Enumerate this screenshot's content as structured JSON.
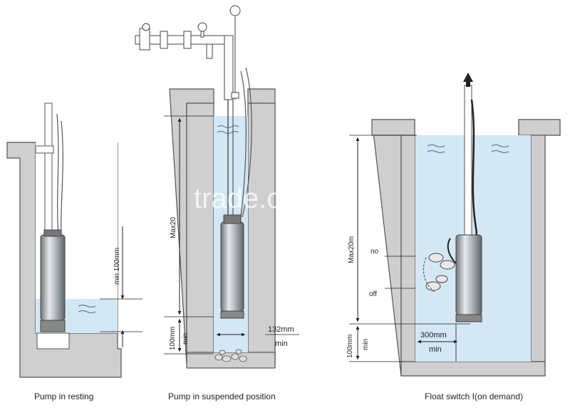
{
  "watermark": "trade.china.cn",
  "colors": {
    "water": "#d3e7f5",
    "wall": "#cfcfcf",
    "wall_stroke": "#555555",
    "pump": "#9aa0a6"
  },
  "panels": {
    "left": {
      "caption": "Pump in resting",
      "dim_label": "min 100mm"
    },
    "middle": {
      "caption": "Pump in suspended position",
      "dim_max": "Max20",
      "dim_bottom_value": "100mm",
      "dim_bottom_unit": "min",
      "dim_width_value": "132mm",
      "dim_width_unit": "min"
    },
    "right": {
      "caption": "Float switch I(on demand)",
      "dim_max": "Max20m",
      "label_on": "no",
      "label_off": "off",
      "dim_bottom_value": "100mm",
      "dim_bottom_unit": "min",
      "dim_width_value": "300mm",
      "dim_width_unit": "min"
    }
  }
}
